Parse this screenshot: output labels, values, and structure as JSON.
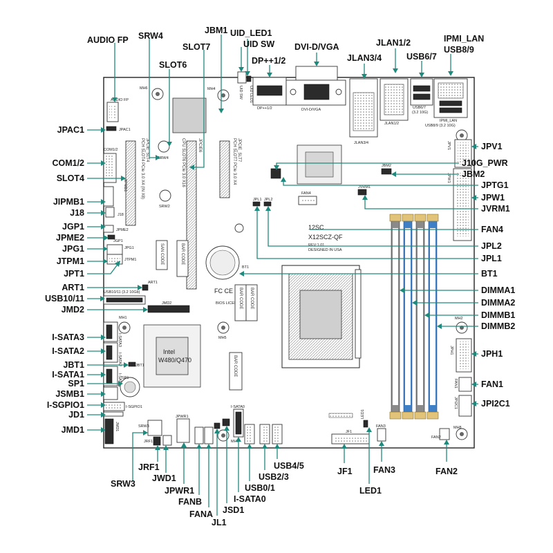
{
  "board": {
    "model": "X12SCZ-QF",
    "model_prefix": "12SC",
    "revision": "REV:1.01",
    "origin": "DESIGNED IN USA",
    "chipset_brand": "Intel",
    "chipset_model": "W480/Q470",
    "fcc_mark": "FC CE",
    "bios_license": "BIOS LICENSE"
  },
  "silk": {
    "slot4": "PCH SLOT4 PCIe 3.0 X4 (IN X8)",
    "slot4b": "JPCIE_SLT4",
    "slot6": "CPU SLOT6 PCIe 3.0 X16",
    "slot6b": "JPCIE6",
    "slot7": "PCH SLOT7 PCIe 3.0 X4",
    "slot7b": "JPCIE_SLT7",
    "san_code": "SAN CODE",
    "bar_code": "BAR CODE",
    "audio_fp": "AUDIO FP",
    "jpac1": "JPAC1",
    "com12": "COM1/2",
    "jipmb1": "JIPMB1",
    "j18": "J18",
    "jpme2": "JPME2",
    "jgp1": "JGP1",
    "jpg1": "JPG1",
    "jtpm1": "JTPM1",
    "art1": "ART1",
    "usb1011": "USB10/11 (3.2 10Gb)",
    "jmd2": "JMD2",
    "mh1": "MH1",
    "mh2": "MH2",
    "mh4": "MH4",
    "mh5": "MH5",
    "mh6": "MH6",
    "mh7": "MH7",
    "mh8": "MH8",
    "isata3": "I-SATA3",
    "isata2": "I-SATA2",
    "jbt1": "JBT1",
    "isata1": "I-SATA1",
    "sp1": "SP1",
    "isgpio1": "I-SGPIO1",
    "jmd1": "JMD1",
    "srw3": "SRW3",
    "jrf1": "JRF1",
    "jwd1": "JWD1",
    "jpwr1": "JPWR1",
    "fanb": "FANB",
    "fana": "FANA",
    "jsd1": "JSD1",
    "isata0": "I-SATA0",
    "usb01": "USB0/1",
    "usb23": "USB2/3",
    "usb45": "USB4/5",
    "jf1": "JF1",
    "led1": "LED1",
    "fan3": "FAN3",
    "fan2": "FAN2",
    "fan1": "FAN1",
    "jpi2c1": "JPI2C1",
    "jph1": "JPH1",
    "bt1": "BT1",
    "dimma1": "DIMMA1",
    "dimma2": "DIMMA2",
    "dimmb1": "DIMMB1",
    "dimmb2": "DIMMB2",
    "fan4": "FAN4",
    "jvrm1": "JVRM1",
    "jbm2": "JBM2",
    "jpv1": "JPV1",
    "jpw1": "JPW1",
    "jbm1": "JBM1",
    "jpl1": "JPL1",
    "jpl2": "JPL2",
    "dp": "DP++1/2",
    "dvi": "DVI-D/VGA",
    "jlan34": "JLAN3/4",
    "jlan12": "JLAN1/2",
    "usb67": "USB6/7",
    "usb67b": "(3.2 10G)",
    "ipmi": "IPMI_LAN",
    "usb89": "USB8/9 (3.2 10G)",
    "uid_led": "UID LED1",
    "uid_sw": "UID SW",
    "srw2": "SRW2",
    "srw4": "SRW4"
  },
  "labels": {
    "audio_fp": "AUDIO FP",
    "srw4": "SRW4",
    "jbm1": "JBM1",
    "uid_led1": "UID_LED1",
    "uid_sw": "UID SW",
    "slot7": "SLOT7",
    "slot6": "SLOT6",
    "dp": "DP++1/2",
    "dvi": "DVI-D/VGA",
    "jlan12": "JLAN1/2",
    "jlan34": "JLAN3/4",
    "usb67": "USB6/7",
    "ipmi_lan": "IPMI_LAN",
    "usb89": "USB8/9",
    "jpac1": "JPAC1",
    "com12": "COM1/2",
    "slot4": "SLOT4",
    "jipmb1": "JIPMB1",
    "j18": "J18",
    "jgp1": "JGP1",
    "jpme2": "JPME2",
    "jpg1": "JPG1",
    "jtpm1": "JTPM1",
    "jpt1": "JPT1",
    "art1": "ART1",
    "usb1011": "USB10/11",
    "jmd2": "JMD2",
    "isata3": "I-SATA3",
    "isata2": "I-SATA2",
    "jbt1": "JBT1",
    "isata1": "I-SATA1",
    "sp1": "SP1",
    "jsmb1": "JSMB1",
    "isgpio1": "I-SGPIO1",
    "jd1": "JD1",
    "jmd1": "JMD1",
    "jpv1": "JPV1",
    "j10g_pwr": "J10G_PWR",
    "jbm2": "JBM2",
    "jptg1": "JPTG1",
    "jpw1": "JPW1",
    "jvrm1": "JVRM1",
    "fan4": "FAN4",
    "jpl2": "JPL2",
    "jpl1": "JPL1",
    "bt1": "BT1",
    "dimma1": "DIMMA1",
    "dimma2": "DIMMA2",
    "dimmb1": "DIMMB1",
    "dimmb2": "DIMMB2",
    "jph1": "JPH1",
    "fan1": "FAN1",
    "jpi2c1": "JPI2C1",
    "jrf1": "JRF1",
    "jwd1": "JWD1",
    "srw3": "SRW3",
    "jpwr1": "JPWR1",
    "fanb": "FANB",
    "fana": "FANA",
    "jl1": "JL1",
    "jsd1": "JSD1",
    "isata0": "I-SATA0",
    "usb01": "USB0/1",
    "usb23": "USB2/3",
    "usb45": "USB4/5",
    "jf1": "JF1",
    "led1": "LED1",
    "fan3": "FAN3",
    "fan2": "FAN2"
  },
  "colors": {
    "leader": "#1e8a7e",
    "dimm_blue": "#3f7fc6",
    "dimm_gray": "#8a8a8a",
    "latch": "#e1c47a"
  }
}
